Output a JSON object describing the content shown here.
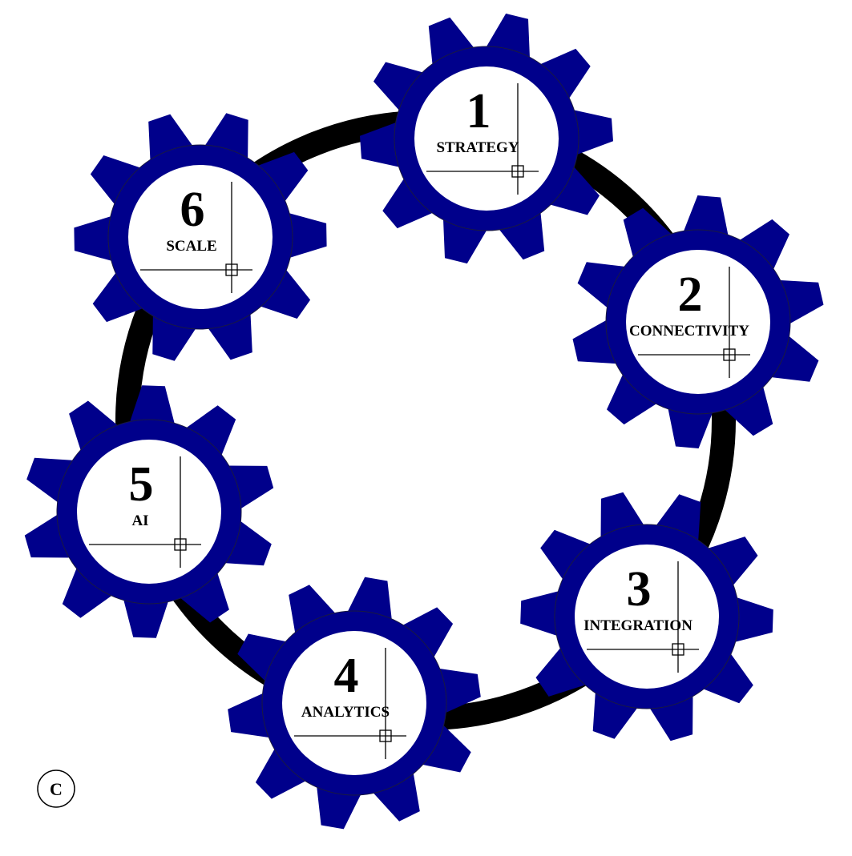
{
  "colors": {
    "gear": "#00008b",
    "ring": "#000000",
    "inner": "#ffffff"
  },
  "gears": [
    {
      "number": "1",
      "label": "STRATEGY"
    },
    {
      "number": "2",
      "label": "CONNECTIVITY"
    },
    {
      "number": "3",
      "label": "INTEGRATION"
    },
    {
      "number": "4",
      "label": "ANALYTICS"
    },
    {
      "number": "5",
      "label": "AI"
    },
    {
      "number": "6",
      "label": "SCALE"
    }
  ],
  "copyright_symbol": "C"
}
